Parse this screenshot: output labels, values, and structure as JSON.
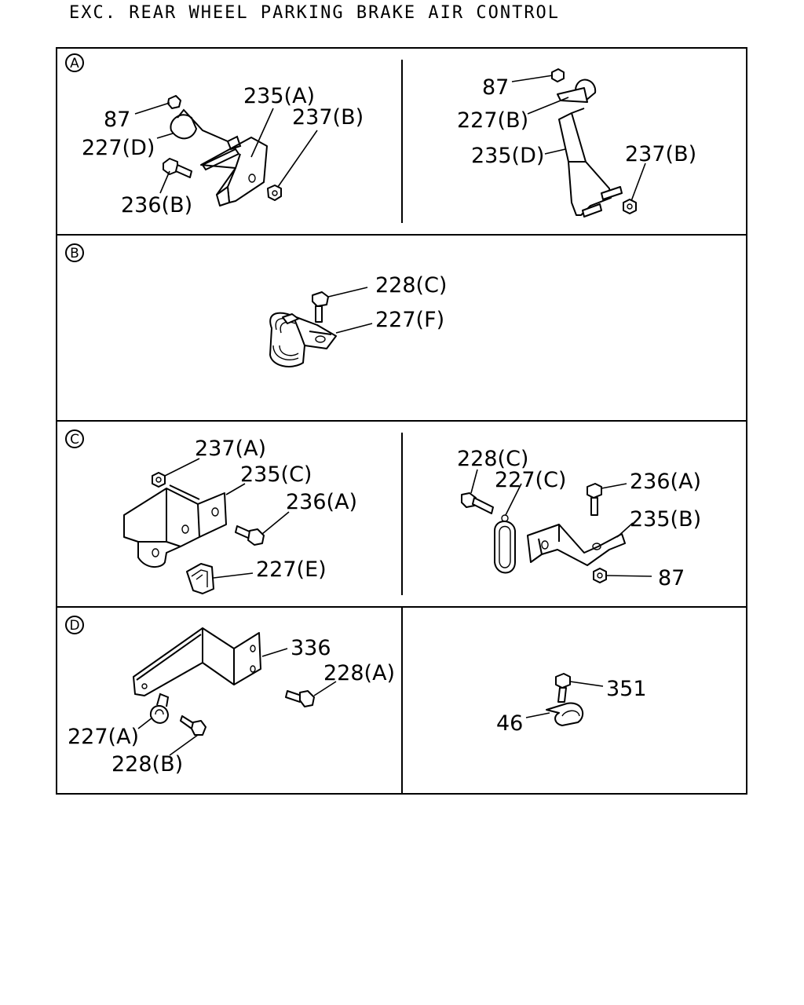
{
  "header": {
    "title": "EXC. REAR WHEEL PARKING BRAKE AIR CONTROL"
  },
  "sections": {
    "A": {
      "letter": "A",
      "left": {
        "labels": [
          "87",
          "227(D)",
          "236(B)",
          "235(A)",
          "237(B)"
        ]
      },
      "right": {
        "labels": [
          "87",
          "227(B)",
          "235(D)",
          "237(B)"
        ]
      }
    },
    "B": {
      "letter": "B",
      "labels": [
        "228(C)",
        "227(F)"
      ]
    },
    "C": {
      "letter": "C",
      "left": {
        "labels": [
          "237(A)",
          "235(C)",
          "236(A)",
          "227(E)"
        ]
      },
      "right": {
        "labels": [
          "228(C)",
          "227(C)",
          "236(A)",
          "235(B)",
          "87"
        ]
      }
    },
    "D": {
      "letter": "D",
      "left": {
        "labels": [
          "336",
          "228(A)",
          "227(A)",
          "228(B)"
        ]
      },
      "right": {
        "labels": [
          "351",
          "46"
        ]
      }
    }
  }
}
